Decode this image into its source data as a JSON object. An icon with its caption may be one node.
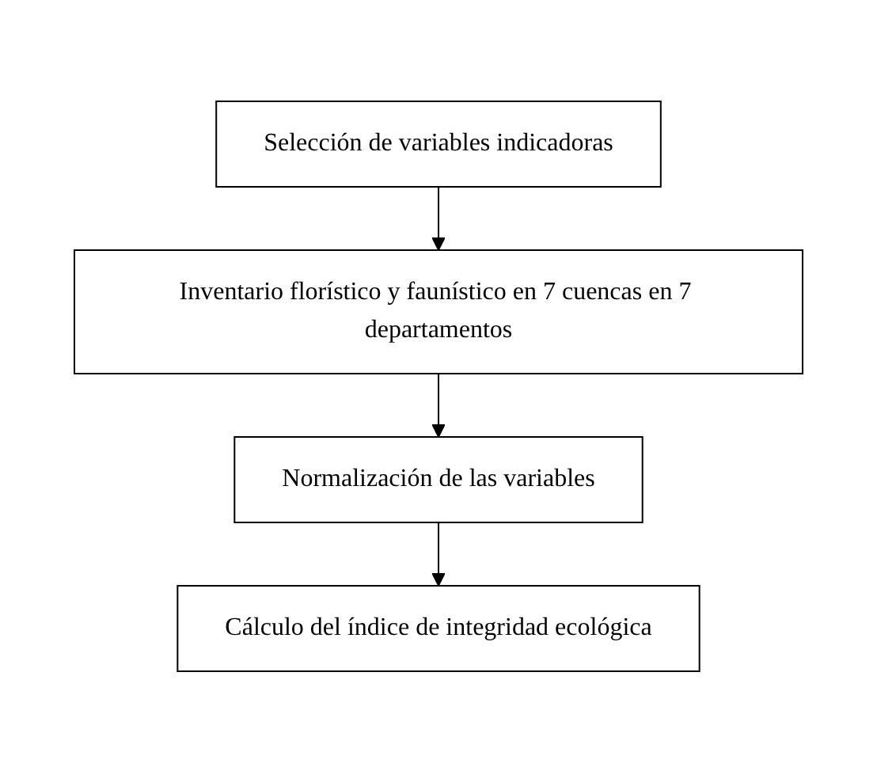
{
  "diagram": {
    "nodes": [
      {
        "text": [
          "Selección de variables indicadoras"
        ]
      },
      {
        "text": [
          "Inventario florístico y faunístico en 7 cuencas en 7 departamentos"
        ]
      },
      {
        "text": [
          "Normalización de las variables"
        ]
      },
      {
        "text": [
          "Cálculo del índice de integridad ecológica"
        ]
      }
    ],
    "edges": [
      {
        "from": 0,
        "to": 1,
        "arrow": "to"
      },
      {
        "from": 1,
        "to": 2,
        "arrow": "to"
      },
      {
        "from": 2,
        "to": 3,
        "arrow": "to"
      }
    ]
  }
}
